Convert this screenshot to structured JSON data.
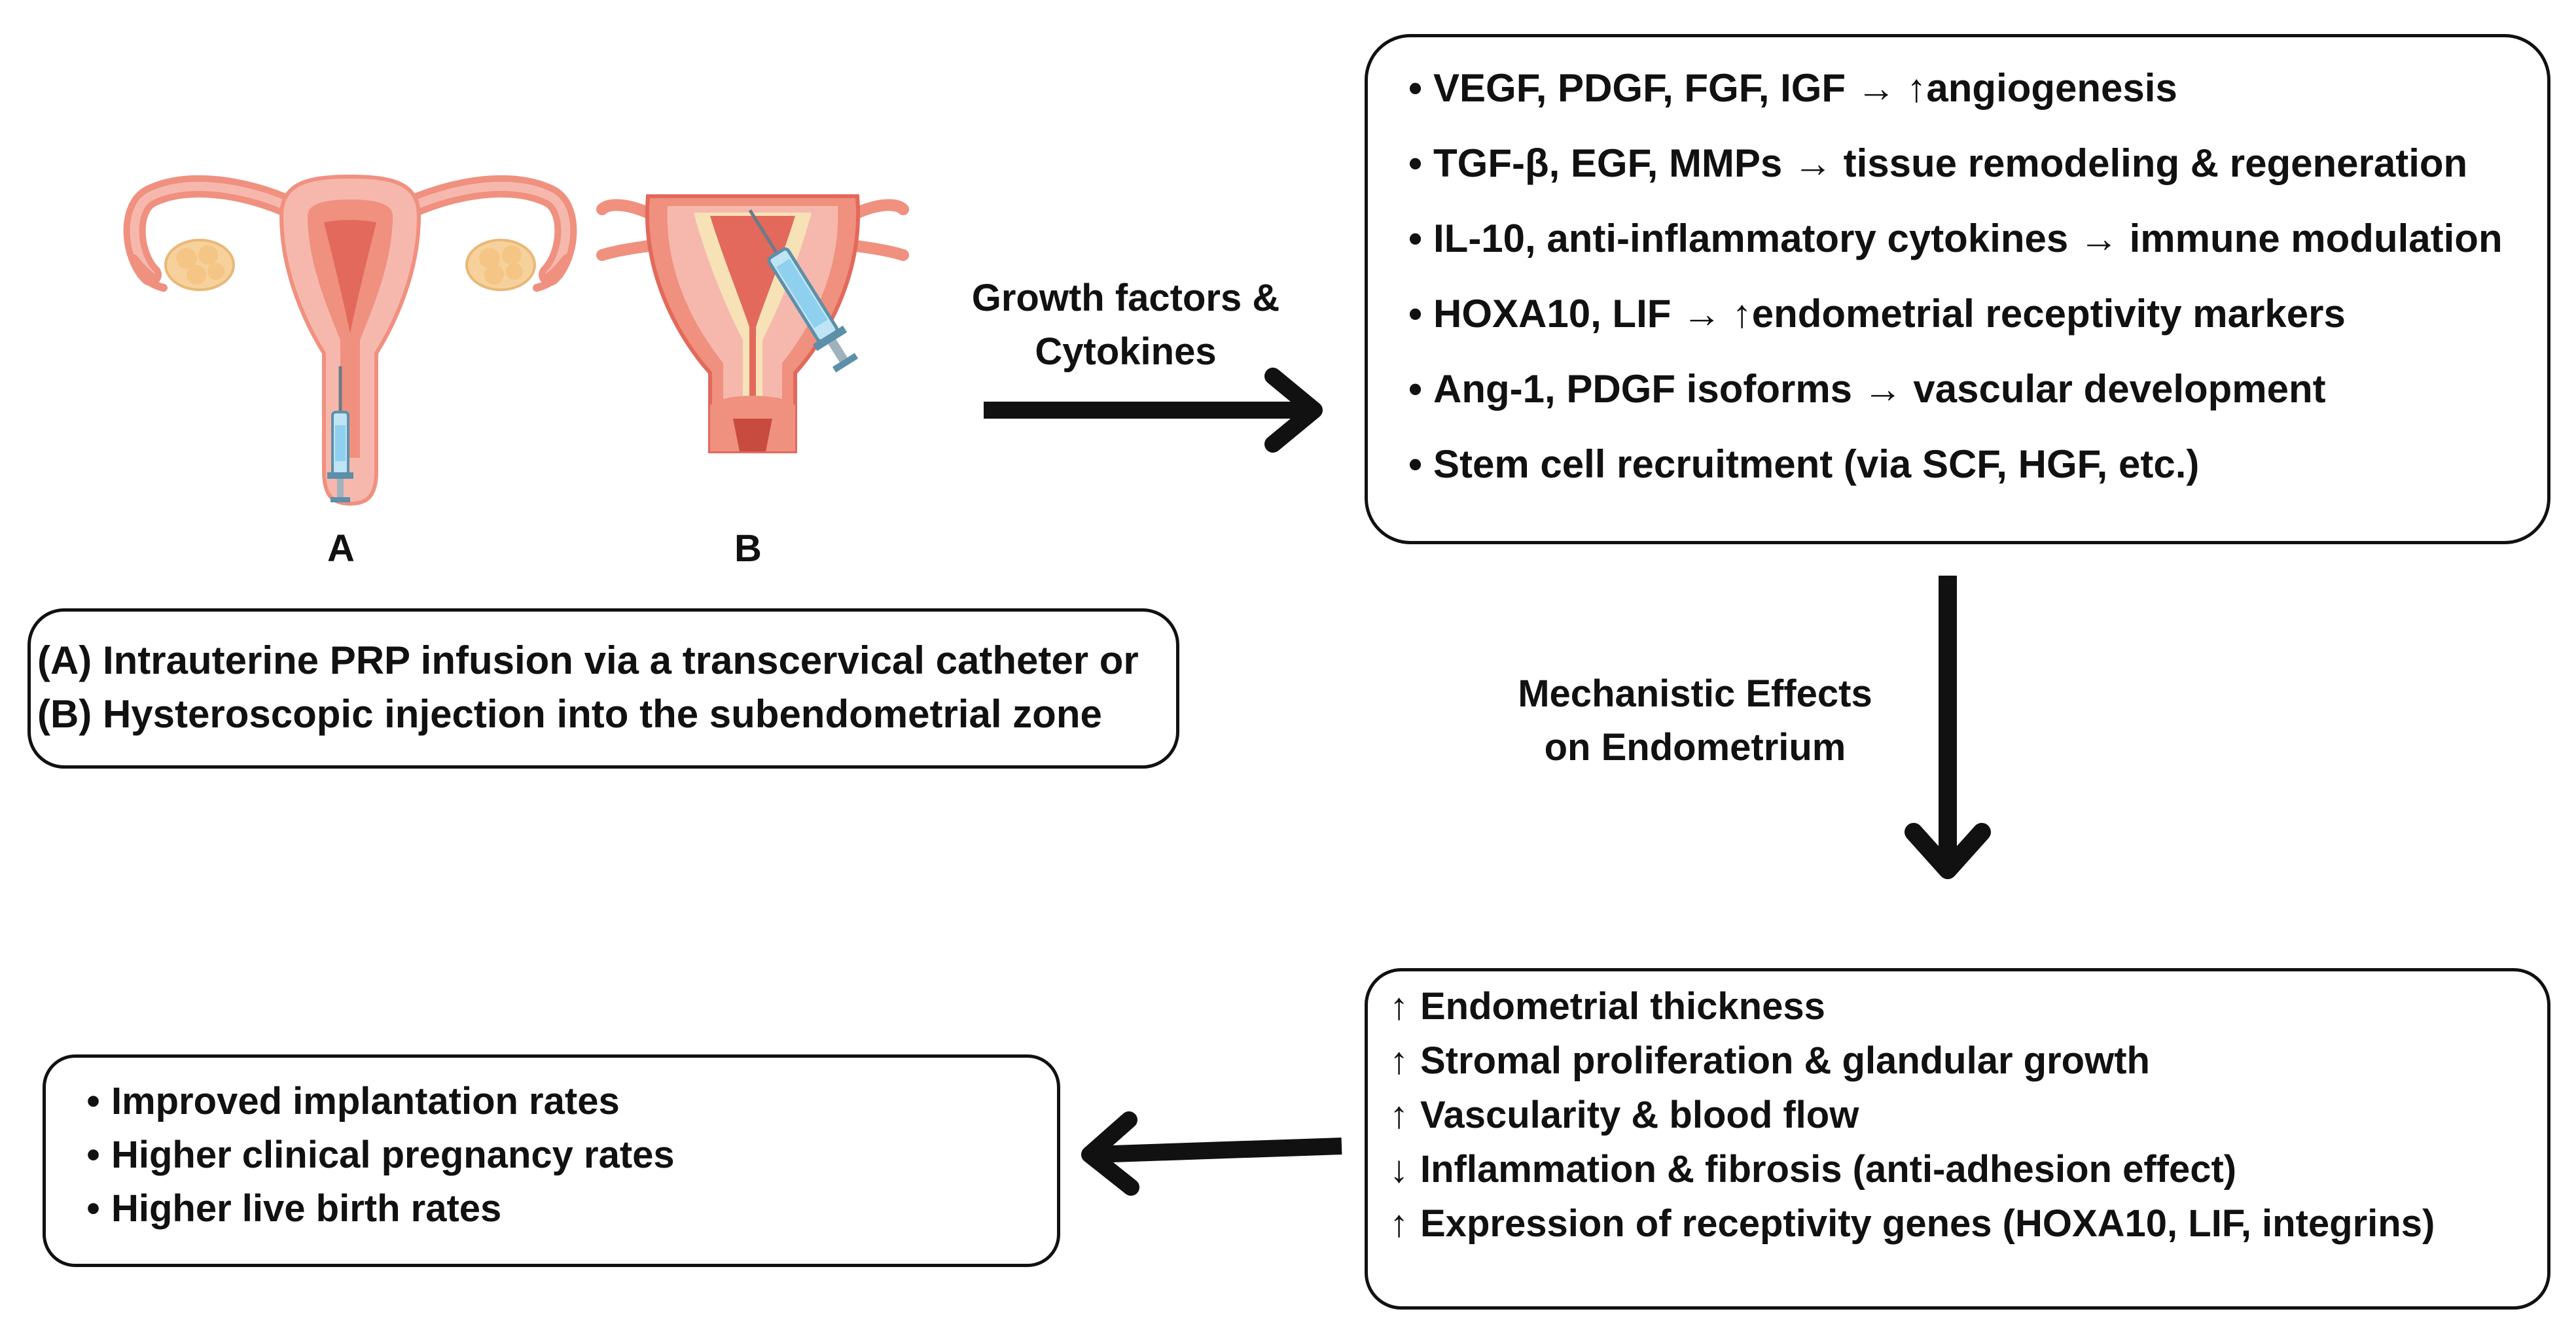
{
  "illustration": {
    "label_a": "A",
    "label_b": "B"
  },
  "delivery": {
    "line_a": "(A) Intrauterine PRP infusion via a transcervical catheter or",
    "line_b": "(B) Hysteroscopic injection into the subendometrial zone"
  },
  "growth_factors_label": {
    "line1": "Growth factors &",
    "line2": "Cytokines"
  },
  "factors": {
    "bullet": "•",
    "items": [
      "VEGF, PDGF, FGF, IGF → ↑angiogenesis",
      "TGF-β, EGF, MMPs → tissue remodeling & regeneration",
      "IL-10, anti-inflammatory cytokines → immune modulation",
      "HOXA10, LIF → ↑endometrial receptivity markers",
      "Ang-1, PDGF isoforms → vascular development",
      "Stem cell recruitment (via SCF, HGF, etc.)"
    ]
  },
  "mechanistic_label": {
    "line1": "Mechanistic Effects",
    "line2": "on Endometrium"
  },
  "effects": {
    "items": [
      {
        "arrow": "↑",
        "text": "Endometrial thickness"
      },
      {
        "arrow": "↑",
        "text": "Stromal proliferation & glandular growth"
      },
      {
        "arrow": "↑",
        "text": "Vascularity & blood flow"
      },
      {
        "arrow": "↓",
        "text": "Inflammation & fibrosis (anti-adhesion effect)"
      },
      {
        "arrow": "↑",
        "text": "Expression of receptivity genes (HOXA10, LIF, integrins)"
      }
    ]
  },
  "outcomes": {
    "bullet": "•",
    "items": [
      "Improved implantation rates",
      "Higher clinical pregnancy rates",
      "Higher live birth rates"
    ]
  },
  "colors": {
    "uterus_light": "#f6b8ad",
    "uterus_mid": "#f0907f",
    "uterus_dark": "#e2695b",
    "uterus_inner": "#c74b3f",
    "ovary": "#f7d19c",
    "syringe": "#8fd0ee",
    "arrow": "#111111"
  }
}
